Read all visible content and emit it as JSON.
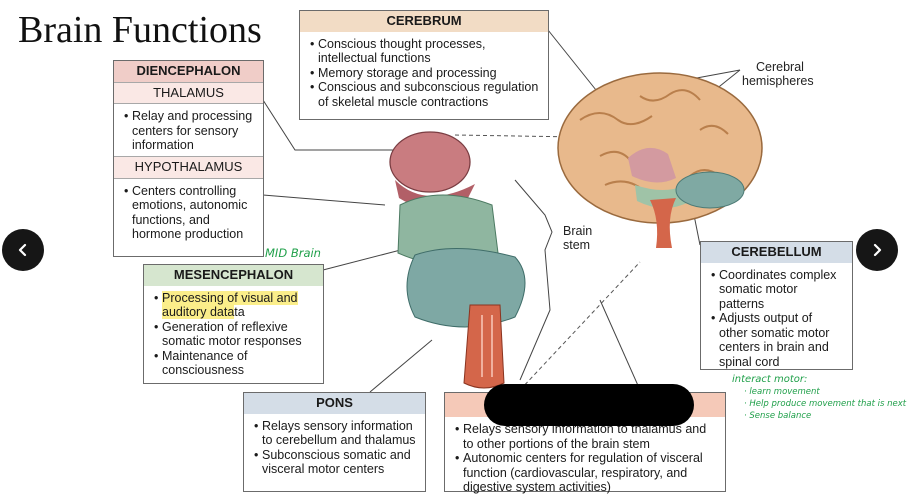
{
  "title": "Brain Functions",
  "cerebrum": {
    "header": "CEREBRUM",
    "items": [
      "Conscious thought processes, intellectual functions",
      "Memory storage and processing",
      "Conscious and subconscious regulation of skeletal muscle contractions"
    ]
  },
  "diencephalon": {
    "header": "DIENCEPHALON",
    "thalamus": {
      "label": "THALAMUS",
      "items": [
        "Relay and processing centers for sensory information"
      ]
    },
    "hypothalamus": {
      "label": "HYPOTHALAMUS",
      "items": [
        "Centers controlling emotions, autonomic functions, and hormone production"
      ]
    }
  },
  "mesencephalon": {
    "header": "MESENCEPHALON",
    "items": [
      {
        "highlighted": "Processing of visual and auditory data",
        "rest": "ta"
      },
      "Generation of reflexive somatic motor responses",
      "Maintenance of consciousness"
    ]
  },
  "pons": {
    "header": "PONS",
    "items": [
      "Relays sensory information to cerebellum and thalamus",
      "Subconscious somatic and visceral motor centers"
    ]
  },
  "medulla": {
    "items": [
      "Relays sensory information to thalamus and to other portions of the brain stem",
      "Autonomic centers for regulation of visceral function (cardiovascular, respiratory, and digestive system activities)"
    ]
  },
  "cerebellum": {
    "header": "CEREBELLUM",
    "items": [
      "Coordinates complex somatic motor patterns",
      "Adjusts output of other somatic motor centers in brain and spinal cord"
    ]
  },
  "labels": {
    "cerebral_hemispheres_1": "Cerebral",
    "cerebral_hemispheres_2": "hemispheres",
    "brain_stem_1": "Brain",
    "brain_stem_2": "stem"
  },
  "handwriting": {
    "mid_brain": "MID Brain",
    "cerebellum_title": "interact motor:",
    "cerebellum_notes": [
      "learn movement",
      "Help produce movement that is next",
      "Sense balance"
    ]
  },
  "nav": {
    "prev_icon": "chevron-left-icon",
    "next_icon": "chevron-right-icon",
    "prev": "‹",
    "next": "›"
  },
  "colors": {
    "cerebrum_tan": "#e8b98c",
    "diencephalon_pink": "#c97c80",
    "mesencephalon_green": "#8fb6a0",
    "pons_blue": "#7ea8a4",
    "medulla_salmon": "#d4664a",
    "highlight_yellow": "#fbee8a",
    "handwriting_green": "#20a04a"
  }
}
